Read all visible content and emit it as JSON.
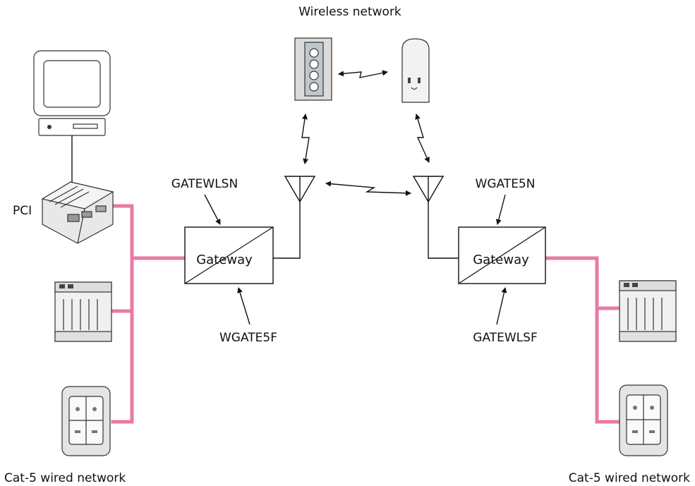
{
  "labels": {
    "wireless_network": "Wireless network",
    "pci": "PCI",
    "gatewlsn": "GATEWLSN",
    "wgate5f": "WGATE5F",
    "wgate5n": "WGATE5N",
    "gatewlsf": "GATEWLSF",
    "gateway_left": "Gateway",
    "gateway_right": "Gateway",
    "cat5_left": "Cat-5 wired network",
    "cat5_right": "Cat-5 wired network"
  },
  "colors": {
    "wired_network": "#e87aa6",
    "line": "#111111",
    "device_fill": "#e8e8e8"
  },
  "icons": {
    "computer": "desktop-computer-icon",
    "pci": "pci-interface-device-icon",
    "din_module": "din-rail-module-icon",
    "wall_switch": "wall-switch-icon",
    "keypad": "wireless-keypad-icon",
    "outlet": "plug-in-outlet-icon",
    "antenna": "antenna-icon",
    "wireless_link": "wireless-link-arrow-icon"
  }
}
